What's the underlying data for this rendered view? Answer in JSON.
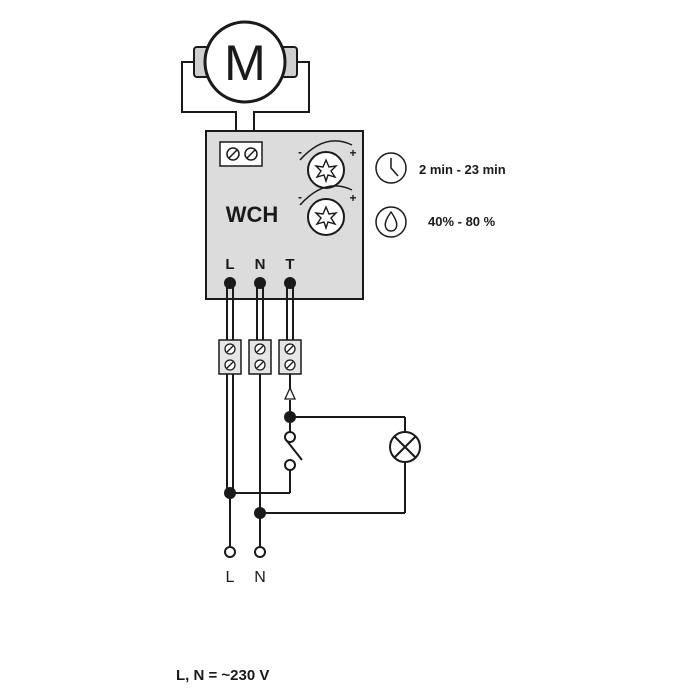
{
  "motor": {
    "label": "M"
  },
  "device": {
    "name": "WCH",
    "terminals": [
      "L",
      "N",
      "T"
    ],
    "knob_minus": "-",
    "knob_plus": "+"
  },
  "specs": {
    "timer_range": "2 min - 23 min",
    "humidity_range": "40% - 80 %"
  },
  "supply": {
    "inputs": [
      "L",
      "N"
    ],
    "note": "L, N = ~230 V"
  },
  "colors": {
    "device_fill": "#dcdcdc",
    "line": "#1a1a1a"
  },
  "icons": [
    "motor",
    "terminal-screw",
    "adjustment-knob",
    "clock-icon",
    "humidity-drop-icon",
    "lamp-icon",
    "switch"
  ]
}
